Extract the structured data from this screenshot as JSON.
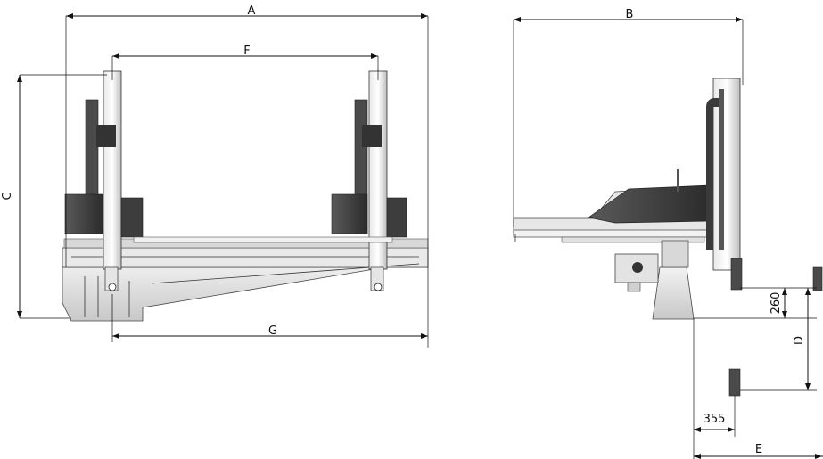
{
  "diagram": {
    "labels": {
      "A": "A",
      "B": "B",
      "C": "C",
      "D": "D",
      "E": "E",
      "F": "F",
      "G": "G",
      "dim_260": "260",
      "dim_355": "355"
    },
    "colors": {
      "line": "#111111",
      "frame_light": "#f4f4f4",
      "frame_mid": "#d6d6d6",
      "frame_dark": "#3a3a3a",
      "base_gray": "#cfcfcf"
    }
  }
}
